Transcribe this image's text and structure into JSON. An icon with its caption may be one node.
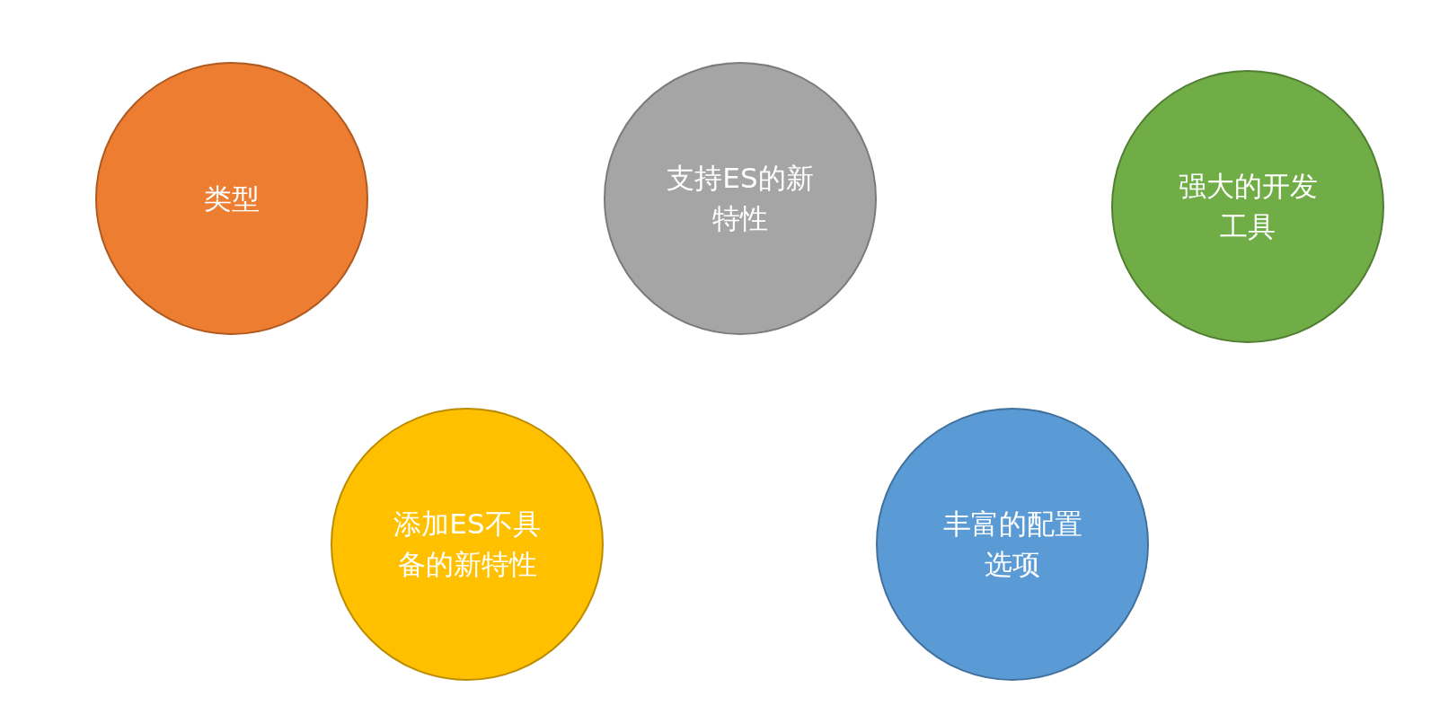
{
  "diagram": {
    "nodes": [
      {
        "text": [
          "类型"
        ]
      },
      {
        "text": [
          "支持ES的新特性"
        ]
      },
      {
        "text": [
          "强大的开发工具"
        ]
      },
      {
        "text": [
          "添加ES不具备的新特性"
        ]
      },
      {
        "text": [
          "丰富的配置选项"
        ]
      }
    ]
  }
}
